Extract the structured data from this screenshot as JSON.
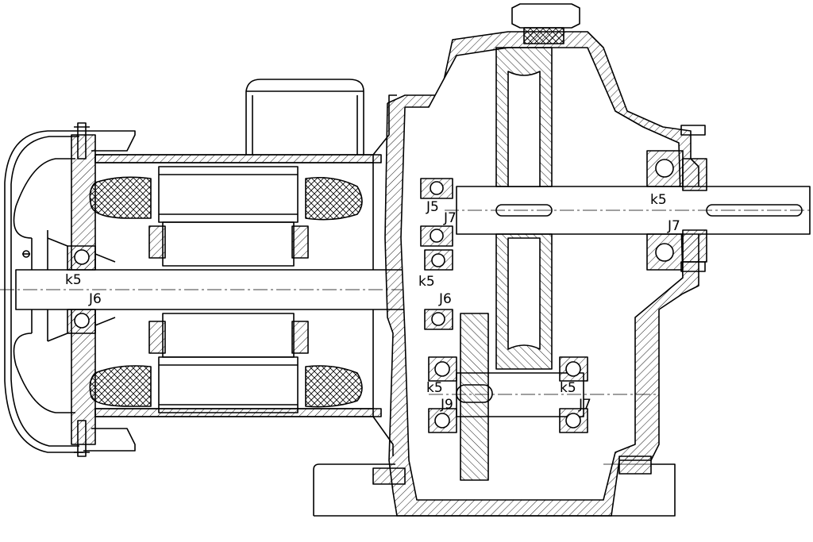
{
  "drawing": {
    "title": "",
    "colors": {
      "line": "#000000",
      "background": "#ffffff"
    },
    "fit_labels": [
      {
        "id": "motor-rear-shaft-fit",
        "text": "k5"
      },
      {
        "id": "motor-rear-housing-fit",
        "text": "J6"
      },
      {
        "id": "motor-front-shaft-fit",
        "text": "k5"
      },
      {
        "id": "motor-front-housing-fit",
        "text": "J6"
      },
      {
        "id": "gear-input-shaft-fit",
        "text": "J5"
      },
      {
        "id": "gear-input-housing-fit",
        "text": "J7"
      },
      {
        "id": "output-shaft-fit",
        "text": "k5"
      },
      {
        "id": "output-housing-fit",
        "text": "J7"
      },
      {
        "id": "intermediate-left-shaft-fit",
        "text": "k5"
      },
      {
        "id": "intermediate-left-housing-fit",
        "text": "J9"
      },
      {
        "id": "intermediate-right-shaft-fit",
        "text": "k5"
      },
      {
        "id": "intermediate-right-housing-fit",
        "text": "J7"
      }
    ]
  }
}
